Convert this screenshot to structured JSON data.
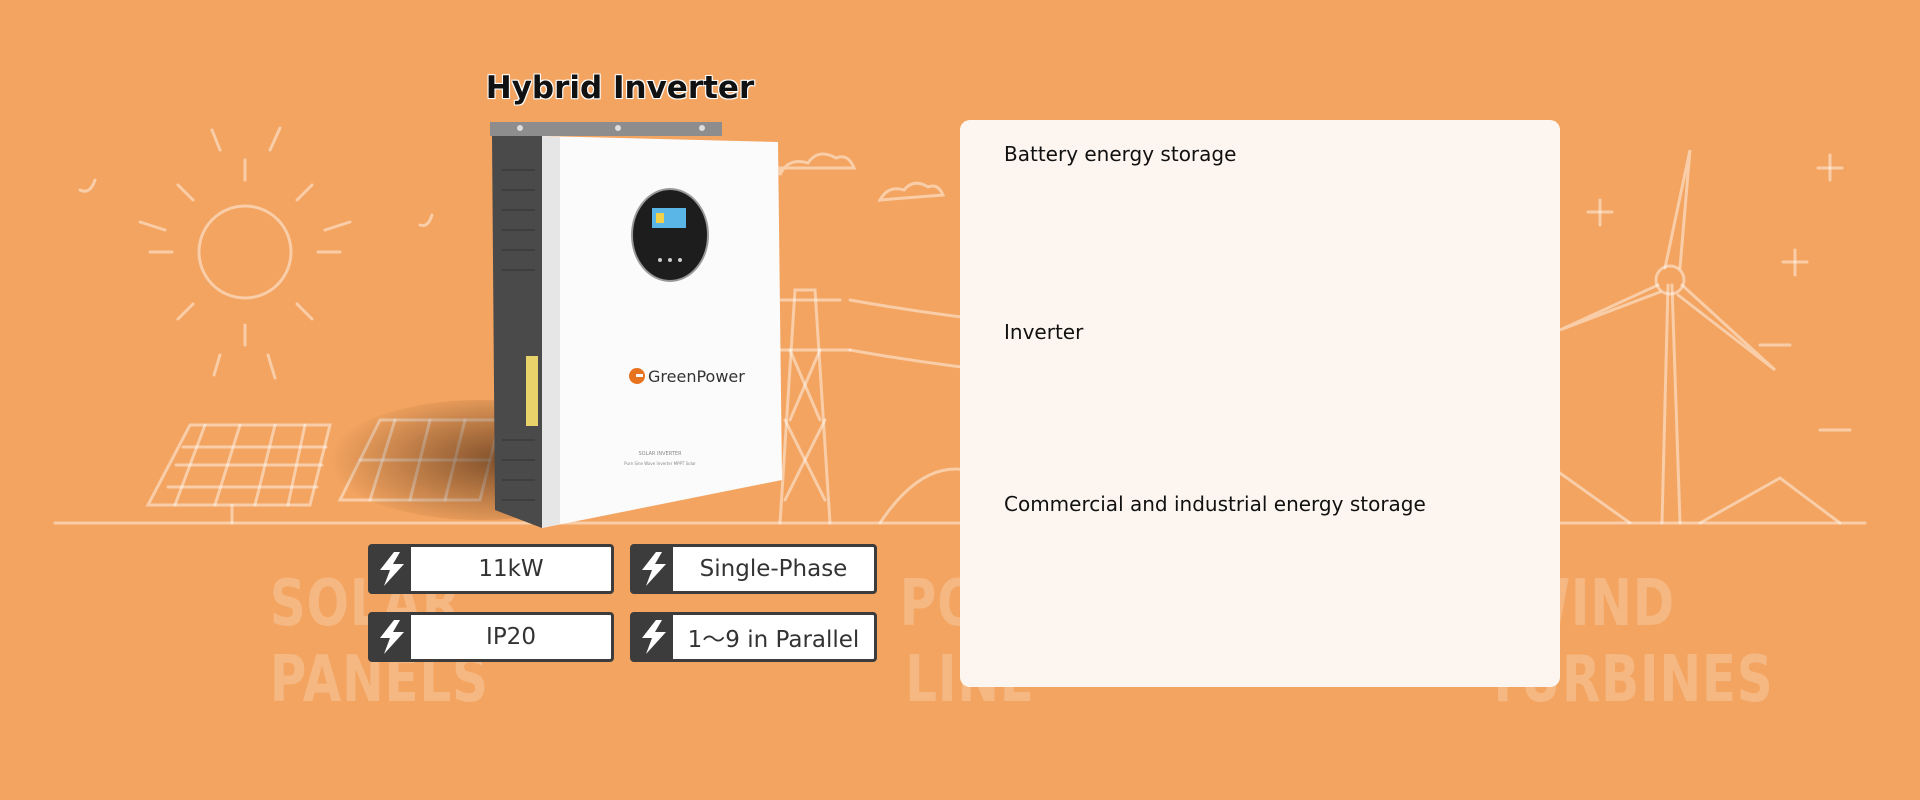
{
  "product": {
    "title": "Hybrid Inverter",
    "brand": "GreenPower",
    "label_line1": "SOLAR INVERTER",
    "label_line2": "Pure Sine Wave Inverter MPPT Solar"
  },
  "background_words": {
    "left": [
      "SOLAR",
      "PANELS"
    ],
    "center": [
      "POWER",
      "LINE"
    ],
    "right": [
      "WIND",
      "TURBINES"
    ]
  },
  "specs": [
    {
      "label": "11kW",
      "icon": "lightning-icon"
    },
    {
      "label": "Single-Phase",
      "icon": "lightning-icon"
    },
    {
      "label": "IP20",
      "icon": "lightning-icon"
    },
    {
      "label": "1～9 in Parallel",
      "icon": "lightning-icon"
    }
  ],
  "panel": {
    "items": [
      "Battery energy storage",
      "Inverter",
      "Commercial and industrial energy storage"
    ]
  },
  "colors": {
    "background": "#f3a460",
    "panel": "#fdf6f0",
    "badge_dark": "#3c3c3c",
    "brand_orange": "#e8731f"
  }
}
